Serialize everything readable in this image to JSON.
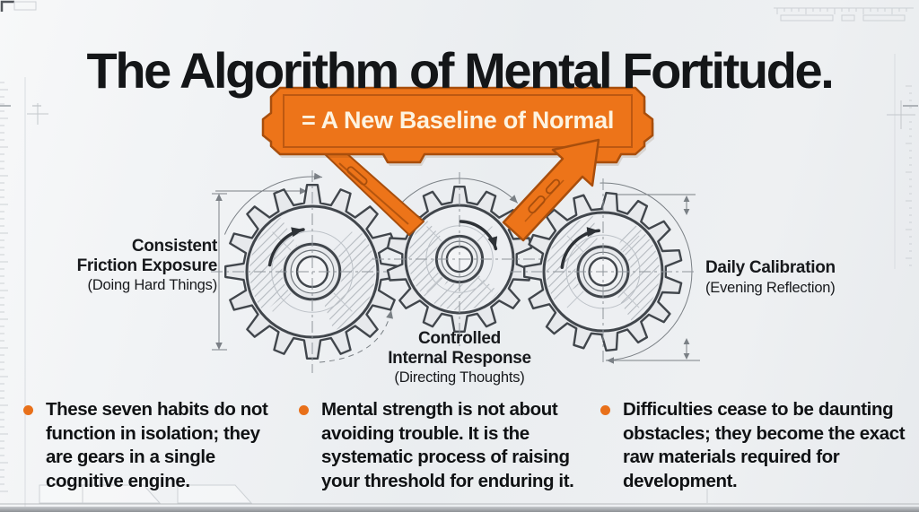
{
  "title": "The Algorithm of Mental Fortitude.",
  "banner": {
    "label": "= A New Baseline of Normal"
  },
  "gear_labels": {
    "left": {
      "line1": "Consistent",
      "line2": "Friction Exposure",
      "sub": "(Doing Hard Things)"
    },
    "middle": {
      "line1": "Controlled",
      "line2": "Internal Response",
      "sub": "(Directing Thoughts)"
    },
    "right": {
      "line1": "Daily Calibration",
      "line2": "",
      "sub": "(Evening Reflection)"
    }
  },
  "bullets": [
    {
      "text": "These seven habits do not function in isolation; they are gears in a single cognitive engine."
    },
    {
      "text": "Mental strength is not about avoiding trouble. It is the systematic process of raising your threshold for enduring it."
    },
    {
      "text": "Difficulties cease to be daunting obstacles; they become the exact raw materials required for development."
    }
  ],
  "icons": {
    "gear": "gear-icon (drawn as blueprint gear)",
    "up_right_arrow": "➚",
    "bullet_dot": "●",
    "rotation_arrow": "↻"
  },
  "colors": {
    "accent_orange": "#ed7419",
    "accent_orange_dark": "#a84e0c",
    "banner_text": "#fdf3e0",
    "ink": "#141618",
    "gear_fill": "#e7e9ec",
    "gear_line": "#41464c",
    "dim_line": "#676d73",
    "background": "#eef0f3"
  }
}
